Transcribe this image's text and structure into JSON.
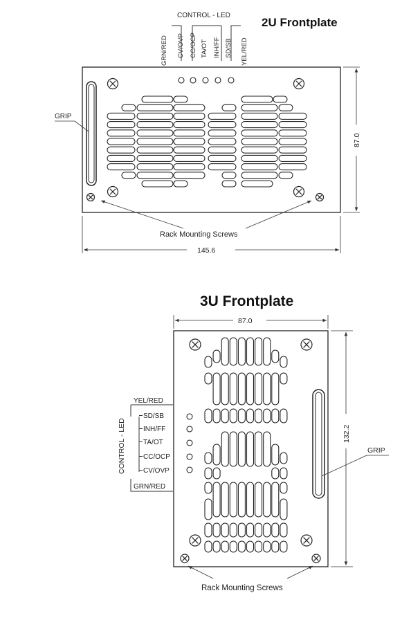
{
  "top": {
    "title": "2U Frontplate",
    "control_label": "CONTROL - LED",
    "leds": [
      "GRN/RED",
      "CV/OVP",
      "CC/OCP",
      "TA/OT",
      "INH/FF",
      "SD/SB",
      "YEL/RED"
    ],
    "grip": "GRIP",
    "rack": "Rack Mounting Screws",
    "width": "145.6",
    "height": "87.0"
  },
  "bottom": {
    "title": "3U Frontplate",
    "control_label": "CONTROL - LED",
    "leds": [
      "YEL/RED",
      "SD/SB",
      "INH/FF",
      "TA/OT",
      "CC/OCP",
      "CV/OVP",
      "GRN/RED"
    ],
    "grip": "GRIP",
    "rack": "Rack Mounting Screws",
    "width": "87.0",
    "height": "132.2"
  }
}
